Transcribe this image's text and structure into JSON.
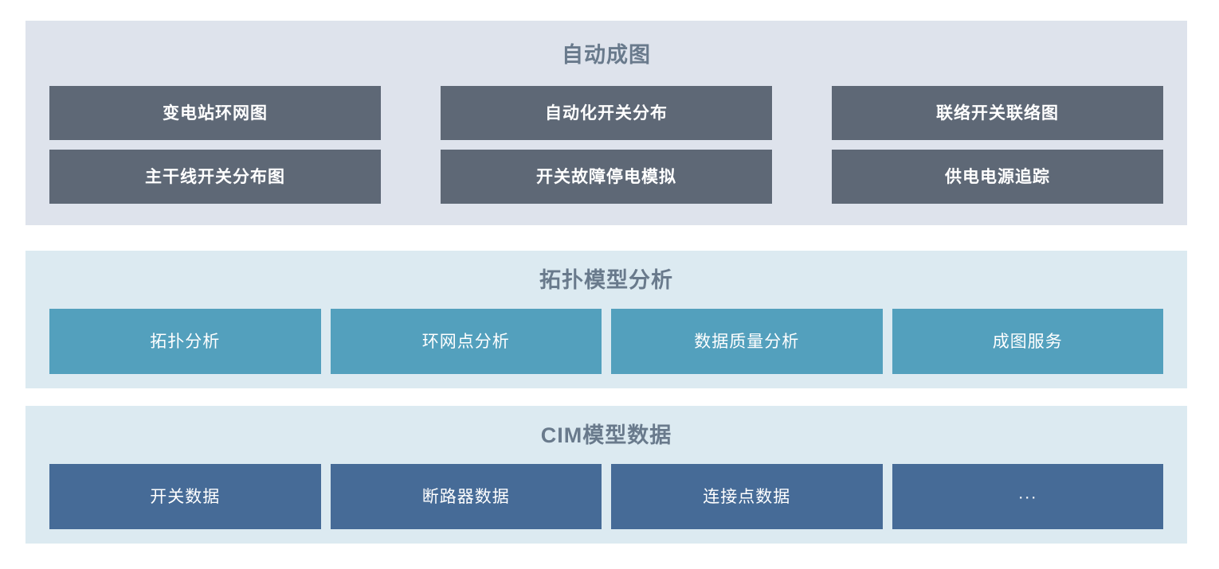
{
  "palette": {
    "panel_auto_bg": "#dee3ec",
    "panel_topo_bg": "#dceaf1",
    "panel_cim_bg": "#dceaf1",
    "title_color": "#697a8c",
    "box_slate": "#5e6876",
    "box_teal": "#53a0bd",
    "box_blue": "#466b97",
    "box_text": "#ffffff"
  },
  "sections": {
    "auto_mapping": {
      "title": "自动成图",
      "row1": [
        {
          "label": "变电站环网图"
        },
        {
          "label": "自动化开关分布"
        },
        {
          "label": "联络开关联络图"
        }
      ],
      "row2": [
        {
          "label": "主干线开关分布图"
        },
        {
          "label": "开关故障停电模拟"
        },
        {
          "label": "供电电源追踪"
        }
      ]
    },
    "topology_analysis": {
      "title": "拓扑模型分析",
      "items": [
        {
          "label": "拓扑分析"
        },
        {
          "label": "环网点分析"
        },
        {
          "label": "数据质量分析"
        },
        {
          "label": "成图服务"
        }
      ]
    },
    "cim_model_data": {
      "title": "CIM模型数据",
      "items": [
        {
          "label": "开关数据"
        },
        {
          "label": "断路器数据"
        },
        {
          "label": "连接点数据"
        },
        {
          "label": "···"
        }
      ]
    }
  }
}
